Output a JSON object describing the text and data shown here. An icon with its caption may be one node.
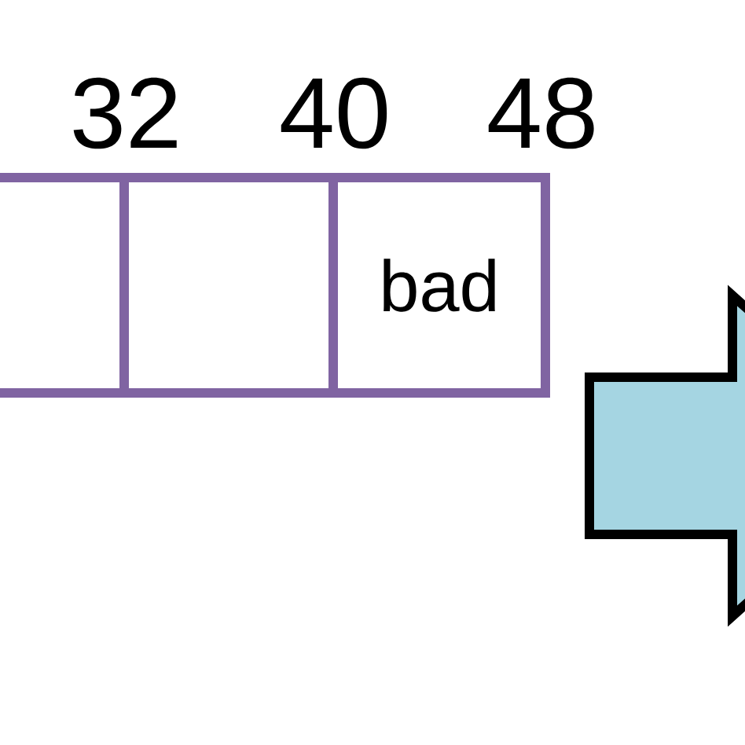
{
  "diagram": {
    "nodes": [
      {
        "text": [],
        "shape": "box"
      },
      {
        "text": [],
        "shape": "box"
      },
      {
        "text": [
          "bad"
        ]
      }
    ],
    "labels": [
      "32",
      "40",
      "48"
    ]
  }
}
